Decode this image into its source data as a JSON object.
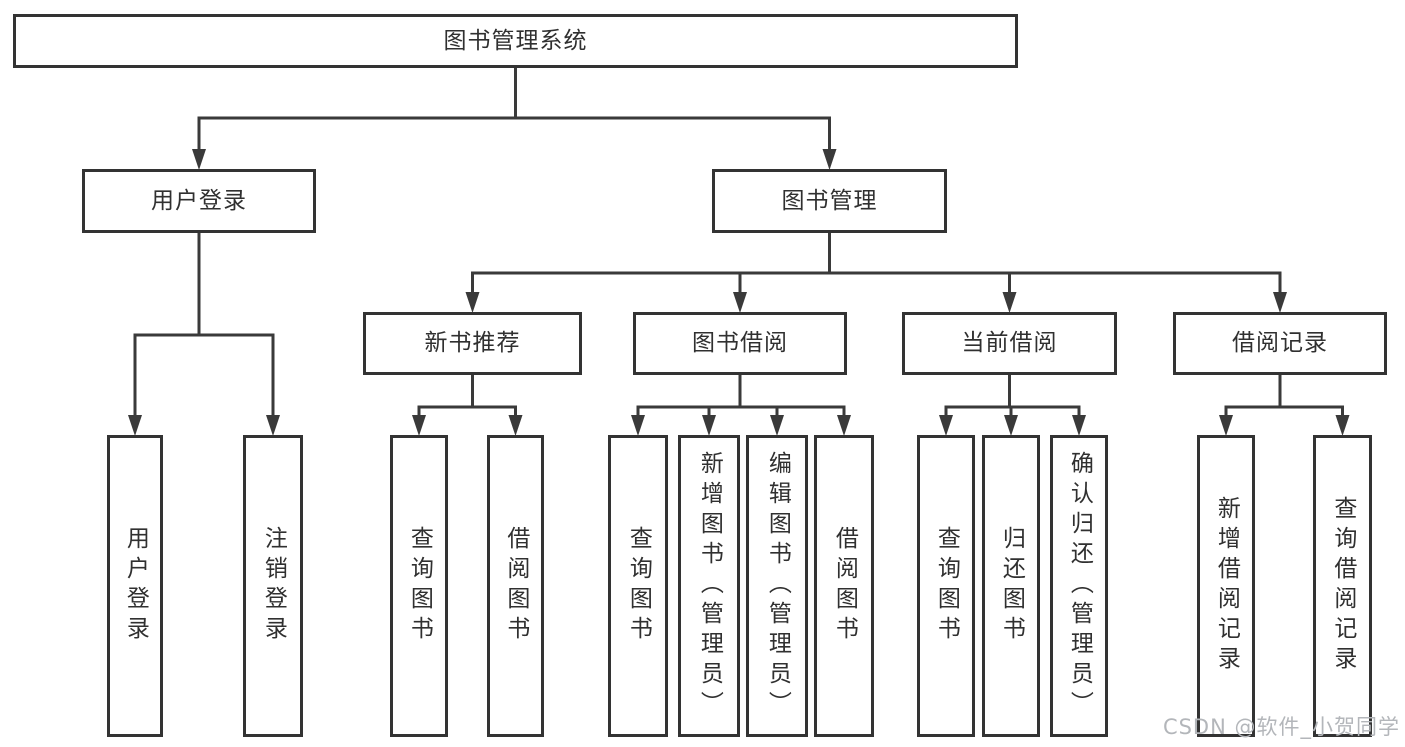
{
  "diagram": {
    "root": {
      "id": "library-management-system",
      "label": "图书管理系统",
      "children": [
        {
          "id": "user-login-group",
          "label": "用户登录",
          "children": [
            {
              "id": "user-login",
              "label": "用户登录"
            },
            {
              "id": "logout",
              "label": "注销登录"
            }
          ]
        },
        {
          "id": "book-management",
          "label": "图书管理",
          "children": [
            {
              "id": "new-book-recommendation",
              "label": "新书推荐",
              "children": [
                {
                  "id": "query-books-new",
                  "label": "查询图书"
                },
                {
                  "id": "borrow-books-new",
                  "label": "借阅图书"
                }
              ]
            },
            {
              "id": "book-borrowing",
              "label": "图书借阅",
              "children": [
                {
                  "id": "query-books-borrow",
                  "label": "查询图书"
                },
                {
                  "id": "add-book-admin",
                  "label": "新增图书（管理员）"
                },
                {
                  "id": "edit-book-admin",
                  "label": "编辑图书（管理员）"
                },
                {
                  "id": "borrow-books-borrow",
                  "label": "借阅图书"
                }
              ]
            },
            {
              "id": "current-borrowing",
              "label": "当前借阅",
              "children": [
                {
                  "id": "query-books-current",
                  "label": "查询图书"
                },
                {
                  "id": "return-books",
                  "label": "归还图书"
                },
                {
                  "id": "confirm-return-admin",
                  "label": "确认归还（管理员）"
                }
              ]
            },
            {
              "id": "borrow-records",
              "label": "借阅记录",
              "children": [
                {
                  "id": "add-borrow-record",
                  "label": "新增借阅记录"
                },
                {
                  "id": "query-borrow-record",
                  "label": "查询借阅记录"
                }
              ]
            }
          ]
        }
      ]
    },
    "watermark": "CSDN @软件_小贺同学",
    "colors": {
      "border": "#333333",
      "line": "#3a3a3a",
      "text": "#303030",
      "watermark": "#b3b6ba",
      "background": "#ffffff"
    }
  }
}
